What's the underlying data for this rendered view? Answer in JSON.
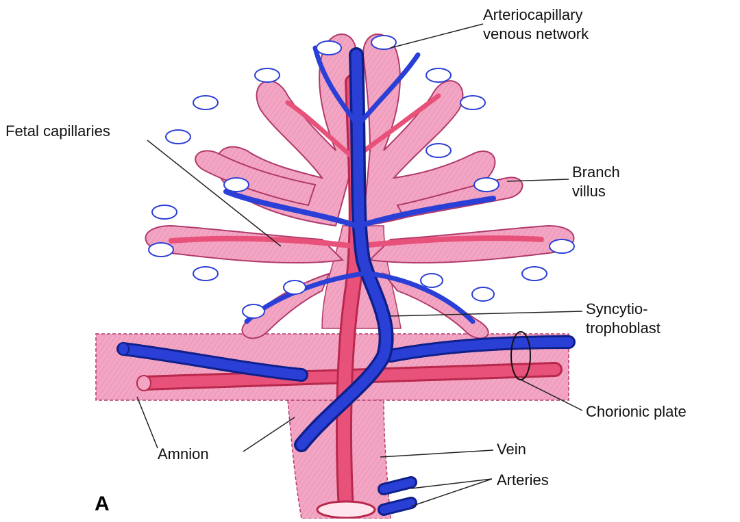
{
  "figure": {
    "panel_letter": "A",
    "colors": {
      "villus_fill": "#f3a6c4",
      "villus_outline": "#b03a6a",
      "artery": "#e8527a",
      "artery_dark": "#b8284c",
      "vein": "#2a3fd6",
      "vein_dark": "#0f1f8a",
      "label_line": "#222222"
    }
  },
  "labels": {
    "arteriocapillary": "Arteriocapillary\nvenous network",
    "fetal_capillaries": "Fetal capillaries",
    "branch_villus": "Branch\nvillus",
    "syncytiotrophoblast": "Syncytio-\ntrophoblast",
    "chorionic_plate": "Chorionic plate",
    "amnion": "Amnion",
    "vein": "Vein",
    "arteries": "Arteries"
  }
}
